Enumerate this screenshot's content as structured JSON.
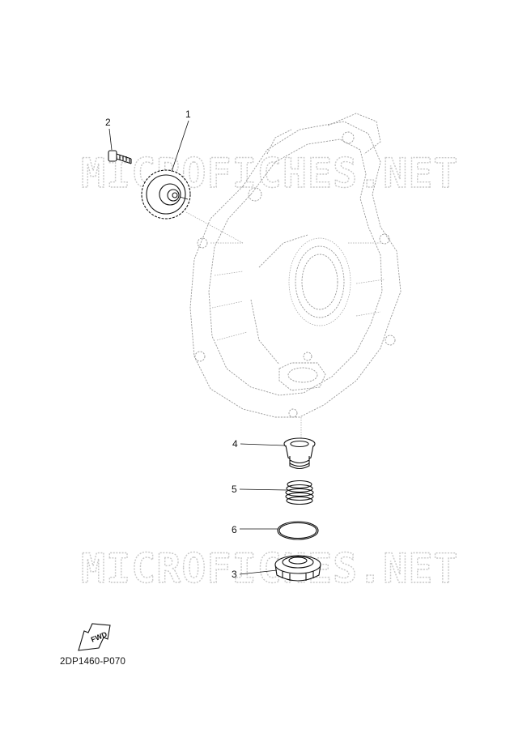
{
  "watermark": "MICROFICHES.NET",
  "callouts": [
    {
      "id": "1",
      "label": "1"
    },
    {
      "id": "2",
      "label": "2"
    },
    {
      "id": "3",
      "label": "3"
    },
    {
      "id": "4",
      "label": "4"
    },
    {
      "id": "5",
      "label": "5"
    },
    {
      "id": "6",
      "label": "6"
    }
  ],
  "fwd_label": "FWD",
  "diagram_code": "2DP1460-P070"
}
